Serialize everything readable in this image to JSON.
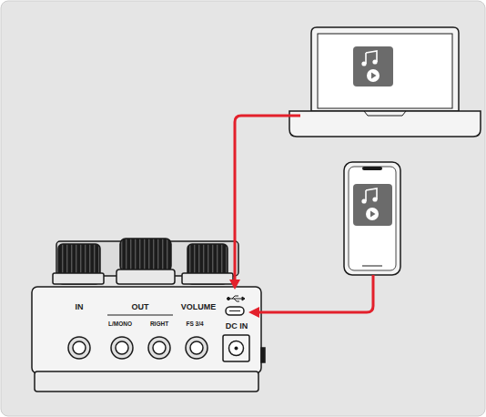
{
  "diagram": {
    "labels": [
      "IN",
      "OUT",
      "L/MONO",
      "RIGHT",
      "VOLUME",
      "FS 3/4",
      "DC IN"
    ]
  }
}
